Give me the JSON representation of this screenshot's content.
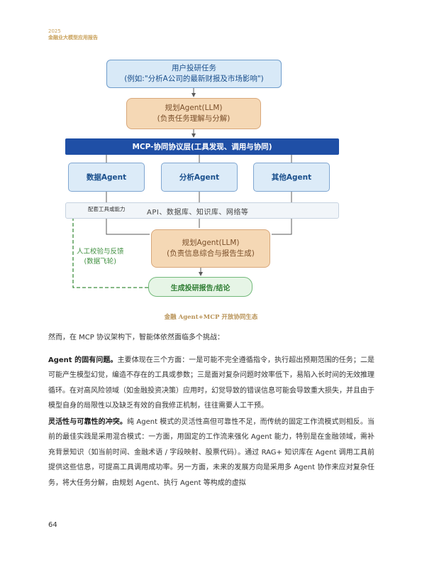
{
  "header": {
    "year": "2025",
    "report_name": "金融业大模型应用报告"
  },
  "diagram": {
    "task_line1": "用户投研任务",
    "task_line2": "(例如:\"分析A公司的最新财报及市场影响\")",
    "planner1_line1": "规划Agent(LLM)",
    "planner1_line2": "(负责任务理解与分解)",
    "mcp_layer": "MCP-协同协议层(工具发现、调用与协同)",
    "agents": [
      "数据Agent",
      "分析Agent",
      "其他Agent"
    ],
    "tools_label": "配套工具或能力",
    "tools_list": "API、数据库、知识库、网络等",
    "planner2_line1": "规划Agent(LLM)",
    "planner2_line2": "(负责信息综合与报告生成)",
    "output": "生成投研报告/结论",
    "feedback_line1": "人工校验与反馈",
    "feedback_line2": "(数据飞轮)",
    "colors": {
      "mcp": "#1f4fa6",
      "planner": "#f5d8b5",
      "agent": "#dcebf8",
      "feedback": "#3f8f3f",
      "caption": "#b89256"
    }
  },
  "caption": "金融 Agent+MCP 开放协同生态",
  "body": {
    "intro": "然而，在 MCP 协议架构下，智能体依然面临多个挑战：",
    "p1_title": "Agent 的固有问题。",
    "p1_text": "主要体现在三个方面：一是可能不完全遵循指令，执行超出预期范围的任务；二是可能产生模型幻觉，编造不存在的工具或参数；三是面对复杂问题时效率低下，易陷入长时间的无效推理循环。在对高风险领域（如金融投资决策）应用时，幻觉导致的错误信息可能会导致重大损失，并且由于模型自身的局限性以及缺乏有效的自我修正机制，往往需要人工干预。",
    "p2_title": "灵活性与可靠性的冲突。",
    "p2_text": "纯 Agent 模式的灵活性高但可靠性不足，而传统的固定工作流模式则相反。当前的最佳实践是采用混合模式：一方面，用固定的工作流来强化 Agent 能力，特别是在金融领域，需补充背景知识（如当前时间、金融术语 / 字段映射、股票代码）。通过 RAG+ 知识库在 Agent 调用工具前提供这些信息，可提高工具调用成功率。另一方面，未来的发展方向是采用多 Agent 协作来应对复杂任务，将大任务分解，由规划 Agent、执行 Agent 等构成的虚拟"
  },
  "page_number": "64"
}
